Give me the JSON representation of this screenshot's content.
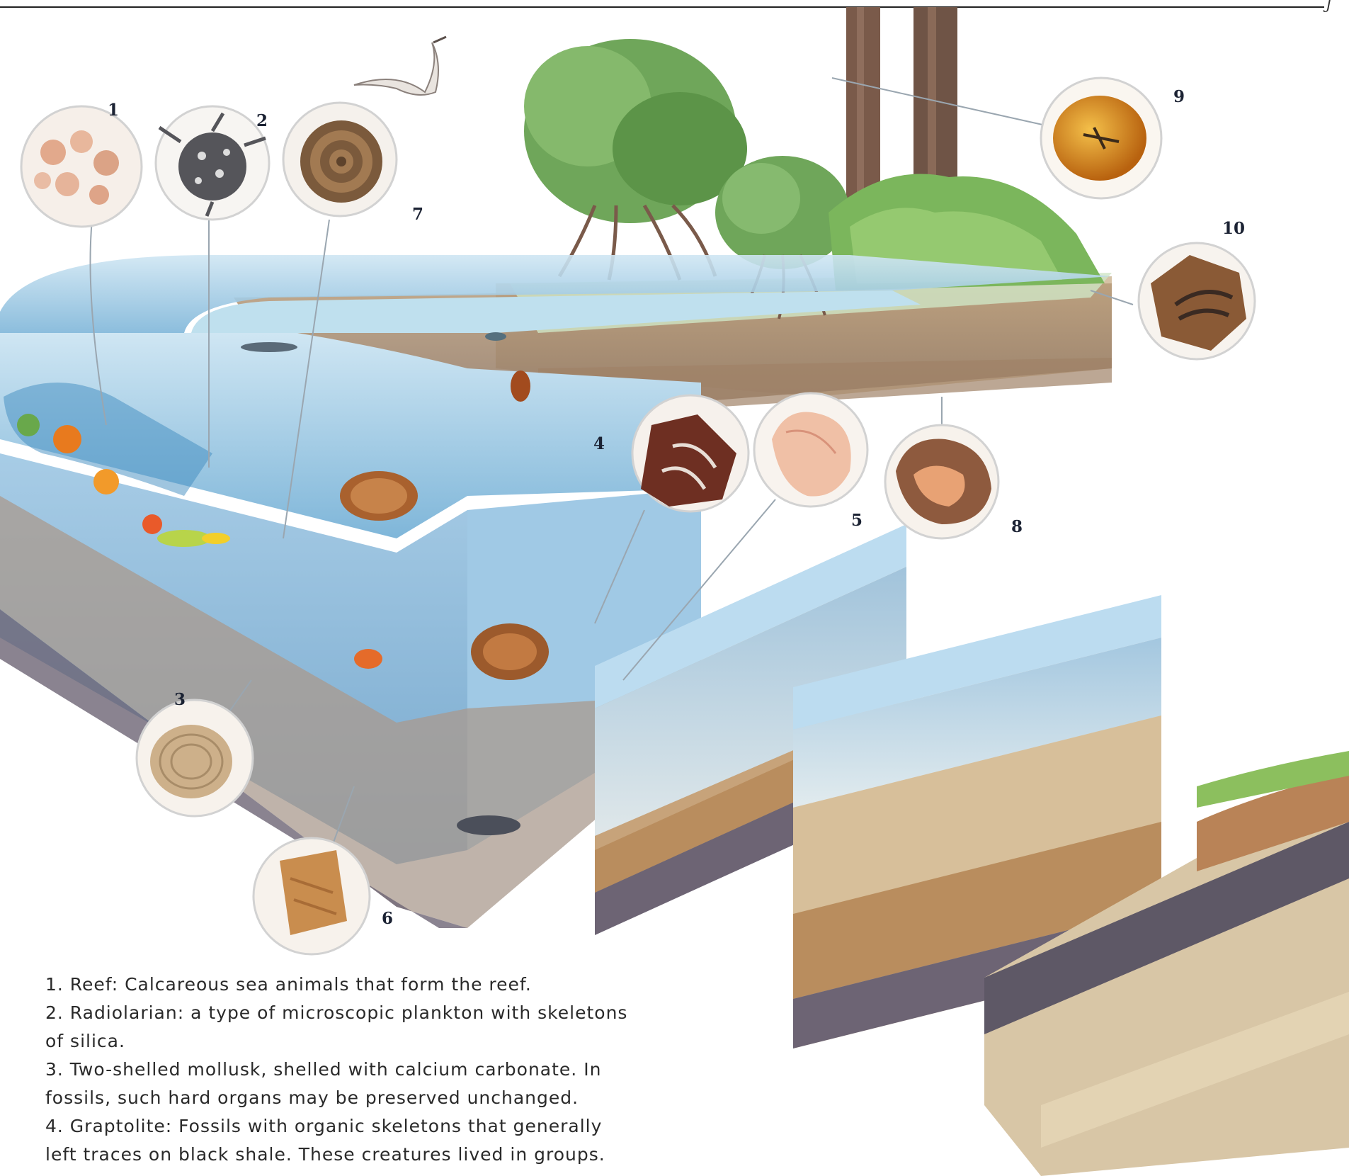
{
  "corner_mark": "J",
  "callouts": [
    {
      "num": "1",
      "subject": "reef"
    },
    {
      "num": "2",
      "subject": "radiolarian"
    },
    {
      "num": "3",
      "subject": "mollusk"
    },
    {
      "num": "4",
      "subject": "graptolite"
    },
    {
      "num": "5",
      "subject": "shell"
    },
    {
      "num": "6",
      "subject": "trace"
    },
    {
      "num": "7",
      "subject": "ammonite"
    },
    {
      "num": "8",
      "subject": "rock"
    },
    {
      "num": "9",
      "subject": "amber"
    },
    {
      "num": "10",
      "subject": "plant"
    }
  ],
  "legend": [
    "1. Reef: Calcareous sea animals that form the reef.",
    "2. Radiolarian: a type of microscopic plankton with skeletons of silica.",
    "3. Two-shelled mollusk, shelled with calcium carbonate. In fossils, such hard organs may be preserved unchanged.",
    "4. Graptolite: Fossils with organic skeletons that generally left traces on black shale. These creatures lived in groups."
  ],
  "colors": {
    "water_light": "#cfe6f3",
    "water": "#7fb6d9",
    "sediment": "#c9a77c",
    "dark_layer": "#6d6474",
    "vegetation": "#6fa65a",
    "amber": "#d98a1c"
  }
}
